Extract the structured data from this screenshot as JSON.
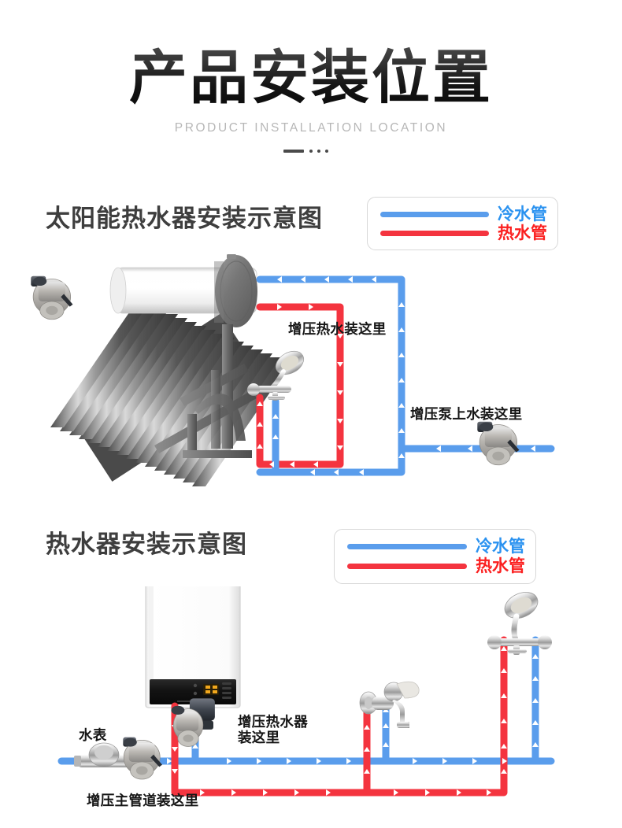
{
  "header": {
    "title": "产品安装位置",
    "subtitle": "PRODUCT INSTALLATION LOCATION",
    "divider_icon": "dash-dots-divider"
  },
  "colors": {
    "cold_pipe": "#5a9dec",
    "hot_pipe": "#f4343f",
    "cold_label": "#2a92f0",
    "hot_label": "#fb2020",
    "title_gradient_from": "#8f8f8f",
    "title_gradient_to": "#0a0a0a",
    "section_title": "#3e3e3e",
    "subtitle": "#b7b7b7",
    "legend_border": "#d8d8d8",
    "metal_light": "#e2e2e2",
    "metal_dark": "#6f6f6f",
    "heater_body": "#fdfdfd",
    "panel_black": "#1c1c1c",
    "led_amber": "#f2a81d"
  },
  "section1": {
    "title": "太阳能热水器安装示意图",
    "legend": [
      {
        "label": "冷水管",
        "type": "cold",
        "color": "#5a9dec"
      },
      {
        "label": "热水管",
        "type": "hot",
        "color": "#f4343f"
      }
    ],
    "callouts": [
      {
        "name": "hot-water-booster-pump-label",
        "text": "增压热水装这里"
      },
      {
        "name": "feed-booster-pump-label",
        "text": "增压泵上水装这里"
      }
    ],
    "devices": [
      "solar-water-heater",
      "booster-pump-hot",
      "booster-pump-feed",
      "shower-mixer"
    ]
  },
  "section2": {
    "title": "热水器安装示意图",
    "legend": [
      {
        "label": "冷水管",
        "type": "cold",
        "color": "#5a9dec"
      },
      {
        "label": "热水管",
        "type": "hot",
        "color": "#f4343f"
      }
    ],
    "callouts": [
      {
        "name": "water-meter-label",
        "text": "水表"
      },
      {
        "name": "main-pipe-booster-pump-label",
        "text": "增压主管道装这里"
      },
      {
        "name": "heater-booster-pump-label",
        "text": "增压热水器\n装这里"
      }
    ],
    "devices": [
      "gas-wall-hung-water-heater",
      "water-meter",
      "booster-pump-main",
      "booster-pump-heater",
      "wall-faucet",
      "shower-mixer"
    ]
  }
}
